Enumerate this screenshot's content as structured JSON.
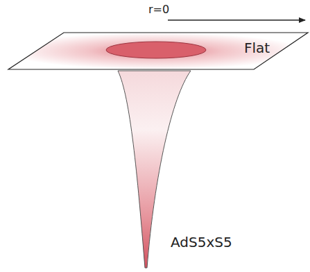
{
  "diagram": {
    "nodes": [
      {
        "text": [
          "AdS5xS5"
        ]
      },
      {
        "text": [
          "Flat"
        ]
      }
    ],
    "labels": [
      "r=0"
    ]
  }
}
